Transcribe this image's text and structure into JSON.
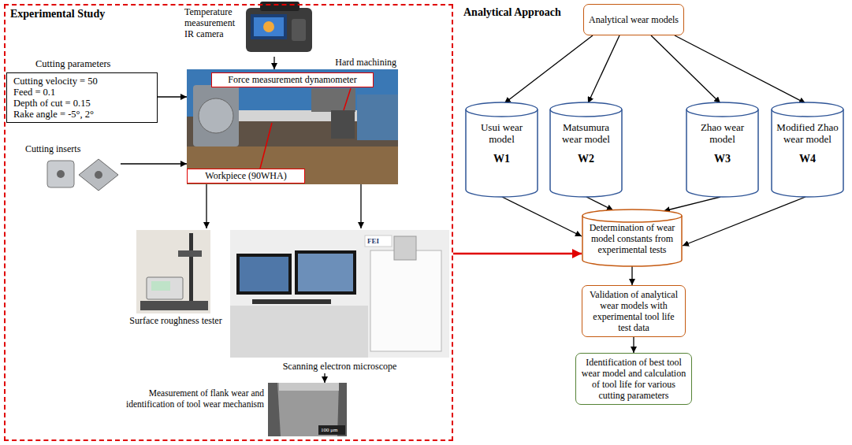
{
  "diagram": {
    "nodes": [
      {
        "text": [
          "Experimental Study"
        ]
      },
      {
        "text": [
          "Temperature measurement IR camera"
        ],
        "in": 0
      },
      {
        "text": [
          "Cutting parameters",
          "Cutting velocity = 50",
          "Feed = 0.1",
          "Depth of cut = 0.15",
          "Rake angle = -5°, 2°"
        ],
        "in": 0
      },
      {
        "text": [
          "Hard machining"
        ],
        "in": 0
      },
      {
        "text": [
          "Force measurement dynamometer"
        ],
        "in": 3
      },
      {
        "text": [
          "Workpiece (90WHA)"
        ],
        "in": 3
      },
      {
        "text": [
          "Cutting inserts"
        ],
        "in": 0
      },
      {
        "text": [
          "Surface roughness tester"
        ],
        "in": 0
      },
      {
        "text": [
          "Scanning electron microscope"
        ],
        "in": 0
      },
      {
        "text": [
          "Measurement of flank wear and identification of tool wear mechanism"
        ],
        "in": 0
      },
      {
        "text": [
          "Analytical wear models"
        ]
      },
      {
        "text": [
          "Usui wear model",
          "W1"
        ]
      },
      {
        "text": [
          "Matsumura wear model",
          "W2"
        ]
      },
      {
        "text": [
          "Zhao wear model",
          "W3"
        ]
      },
      {
        "text": [
          "Modified Zhao wear model",
          "W4"
        ]
      },
      {
        "text": [
          "Determination of wear model constants from experimental tests"
        ]
      },
      {
        "text": [
          "Validation of analytical wear models with experimental tool life test data"
        ]
      },
      {
        "text": [
          "Identification of best tool wear model and calculation of tool life for various cutting parameters"
        ]
      }
    ],
    "edges": [
      {
        "from": 1,
        "to": 3,
        "arrow": "to"
      },
      {
        "from": 2,
        "to": 3,
        "arrow": "to"
      },
      {
        "from": 6,
        "to": 3,
        "arrow": "to"
      },
      {
        "from": 3,
        "to": 7,
        "arrow": "to"
      },
      {
        "from": 3,
        "to": 8,
        "arrow": "to"
      },
      {
        "from": 8,
        "to": 9,
        "arrow": "to"
      },
      {
        "from": 0,
        "to": 15,
        "arrow": "to"
      },
      {
        "from": 10,
        "to": 11,
        "arrow": "to"
      },
      {
        "from": 10,
        "to": 12,
        "arrow": "to"
      },
      {
        "from": 10,
        "to": 13,
        "arrow": "to"
      },
      {
        "from": 10,
        "to": 14,
        "arrow": "to"
      },
      {
        "from": 11,
        "to": 15,
        "arrow": "to"
      },
      {
        "from": 12,
        "to": 15,
        "arrow": "to"
      },
      {
        "from": 13,
        "to": 15,
        "arrow": "to"
      },
      {
        "from": 14,
        "to": 15,
        "arrow": "to"
      },
      {
        "from": 15,
        "to": 16,
        "arrow": "to"
      },
      {
        "from": 16,
        "to": 17,
        "arrow": "to"
      }
    ],
    "labels": [
      "Analytical Approach",
      "FEI",
      "100 μm"
    ]
  }
}
